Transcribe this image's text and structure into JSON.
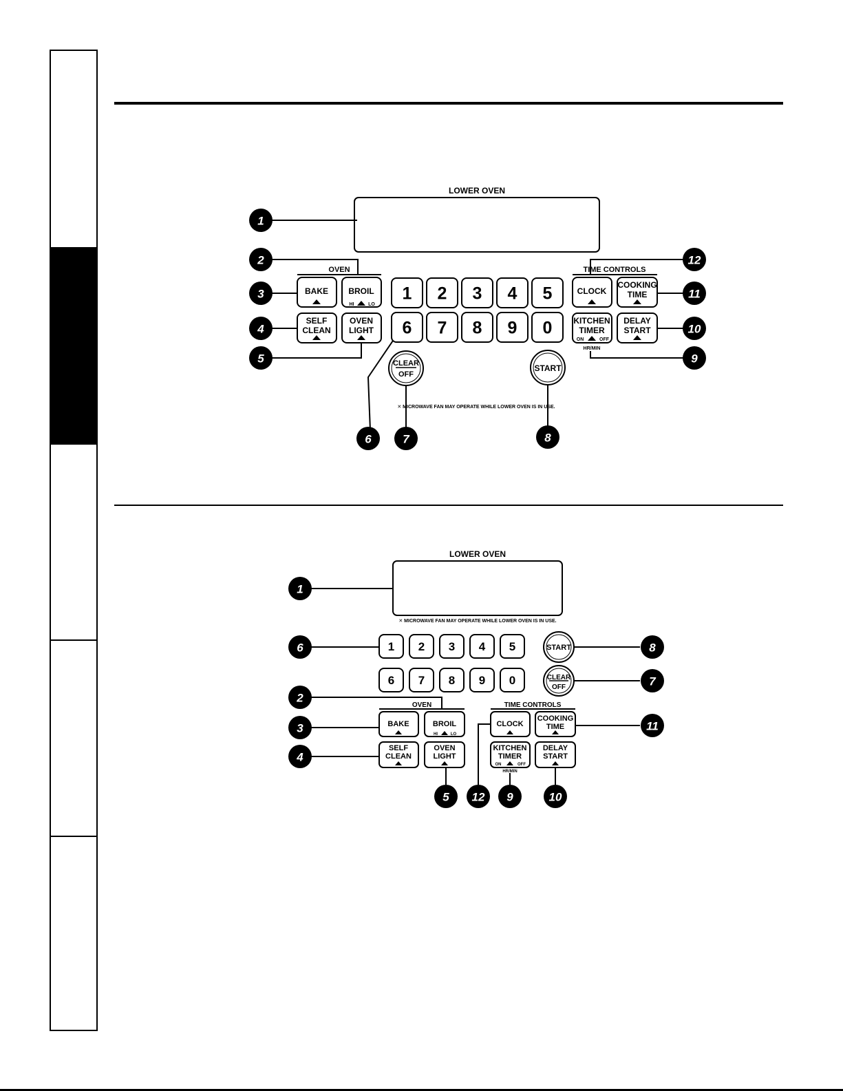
{
  "panel": {
    "display_title": "LOWER OVEN",
    "oven_group": "OVEN",
    "time_group": "TIME CONTROLS",
    "note": "✕ MICROWAVE FAN MAY OPERATE WHILE LOWER OVEN IS IN USE.",
    "bake": "BAKE",
    "broil": "BROIL",
    "broil_hi": "HI",
    "broil_lo": "LO",
    "self": "SELF",
    "clean": "CLEAN",
    "oven": "OVEN",
    "light": "LIGHT",
    "clock": "CLOCK",
    "cooking": "COOKING",
    "time": "TIME",
    "kitchen": "KITCHEN",
    "timer": "TIMER",
    "on": "ON",
    "off": "OFF",
    "hrmin": "HR/MIN",
    "delay": "DELAY",
    "start": "START",
    "clear": "CLEAR",
    "clear_off": "OFF",
    "digits": [
      "1",
      "2",
      "3",
      "4",
      "5",
      "6",
      "7",
      "8",
      "9",
      "0"
    ]
  },
  "callouts": [
    "1",
    "2",
    "3",
    "4",
    "5",
    "6",
    "7",
    "8",
    "9",
    "10",
    "11",
    "12"
  ]
}
